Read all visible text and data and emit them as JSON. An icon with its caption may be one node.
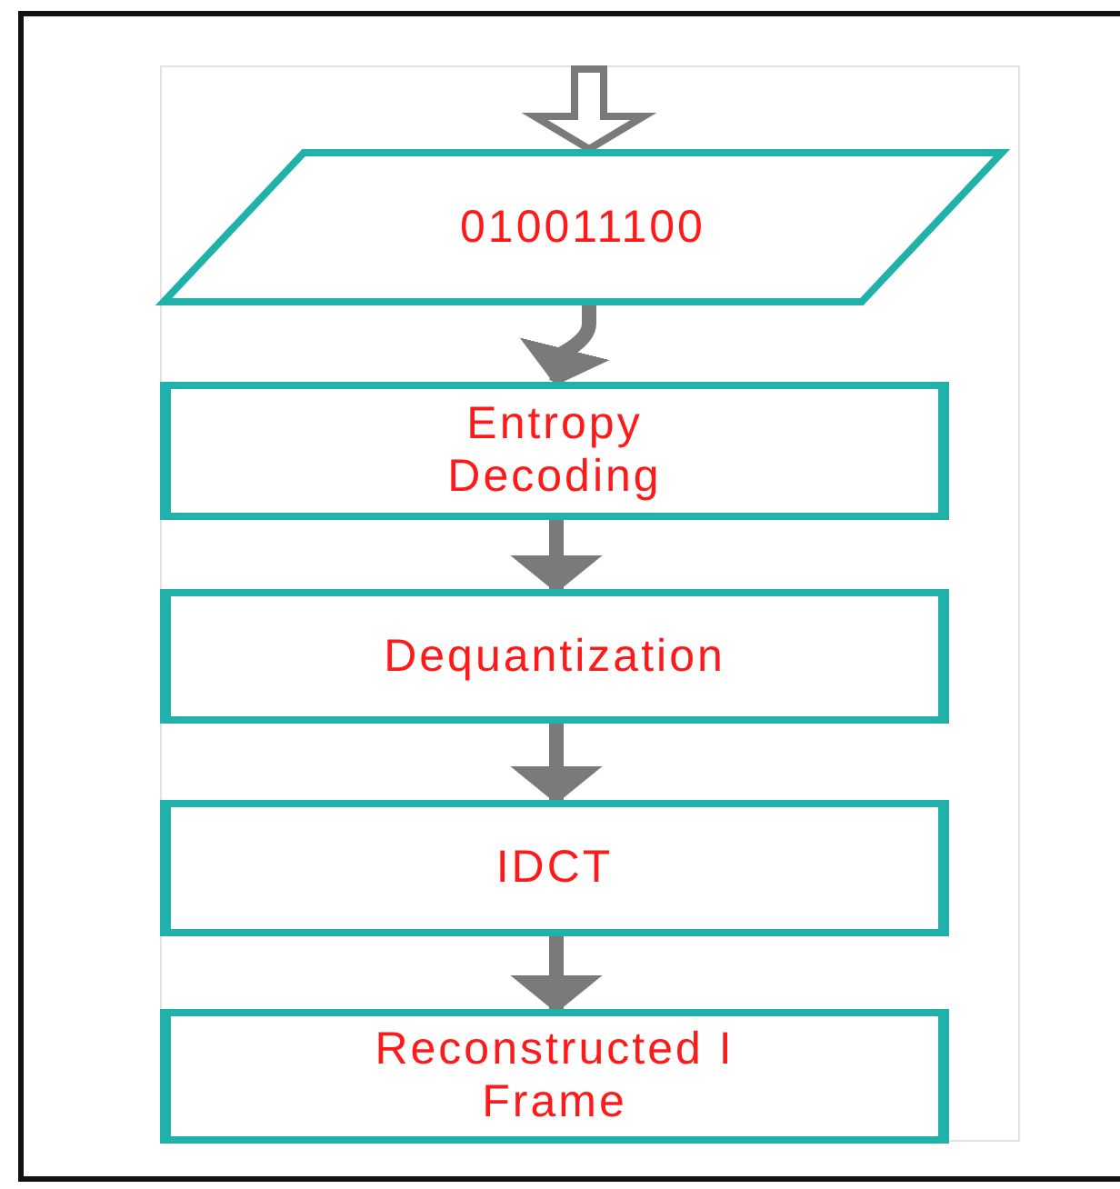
{
  "diagram": {
    "nodes": [
      {
        "text": [
          "010011100"
        ]
      },
      {
        "text": [
          "Entropy Decoding"
        ]
      },
      {
        "text": [
          "Dequantization"
        ]
      },
      {
        "text": [
          "IDCT"
        ]
      },
      {
        "text": [
          "Reconstructed I Frame"
        ]
      }
    ],
    "edges": [
      {
        "from": null,
        "to": 0,
        "arrow": "to"
      },
      {
        "from": 0,
        "to": 1,
        "arrow": "to"
      },
      {
        "from": 1,
        "to": 2,
        "arrow": "to"
      },
      {
        "from": 2,
        "to": 3,
        "arrow": "to"
      },
      {
        "from": 3,
        "to": 4,
        "arrow": "to"
      }
    ]
  }
}
